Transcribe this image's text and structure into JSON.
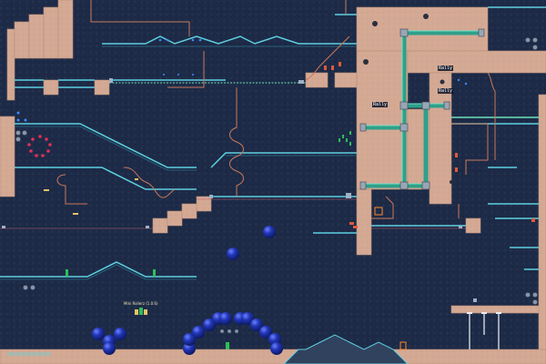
{
  "colors": {
    "background": "#1d2b48",
    "block": "#d4a994",
    "block_edge": "#b98f7a",
    "rail": "#5fd0e0",
    "rail_dark": "#2d6f86",
    "wire": "#c9785a",
    "pipe": "#2fa08a",
    "laser": "#6ee0b8",
    "bomb": "#1b2fa6",
    "bomb_light": "#4b63e0",
    "mine_red": "#e0305a",
    "green_item": "#2fbf5a"
  },
  "tags": {
    "tag_a": "Rally",
    "tag_b": "Rally",
    "tag_c": "Rally"
  },
  "player": {
    "label": "Mini Rollerz (1.0.6)"
  },
  "icons": [
    "bomb-icon",
    "mine-ring-icon",
    "spring-icon",
    "gem-icon",
    "flag-icon",
    "player-sprite-icon"
  ]
}
